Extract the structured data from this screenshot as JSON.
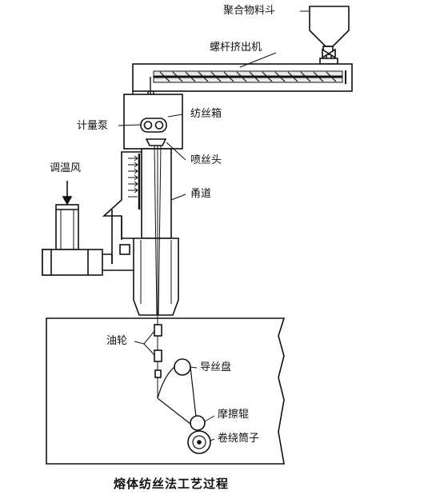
{
  "diagram": {
    "caption": "熔体纺丝法工艺过程",
    "labels": {
      "hopper": "聚合物料斗",
      "extruder": "螺杆挤出机",
      "spin_box": "纺丝箱",
      "metering_pump": "计量泵",
      "spinneret": "喷丝头",
      "quench_air": "调温风",
      "channel": "甬道",
      "oil_wheel": "油轮",
      "godet": "导丝盘",
      "friction_roller": "摩擦辊",
      "winding_bobbin": "卷绕筒子"
    }
  }
}
